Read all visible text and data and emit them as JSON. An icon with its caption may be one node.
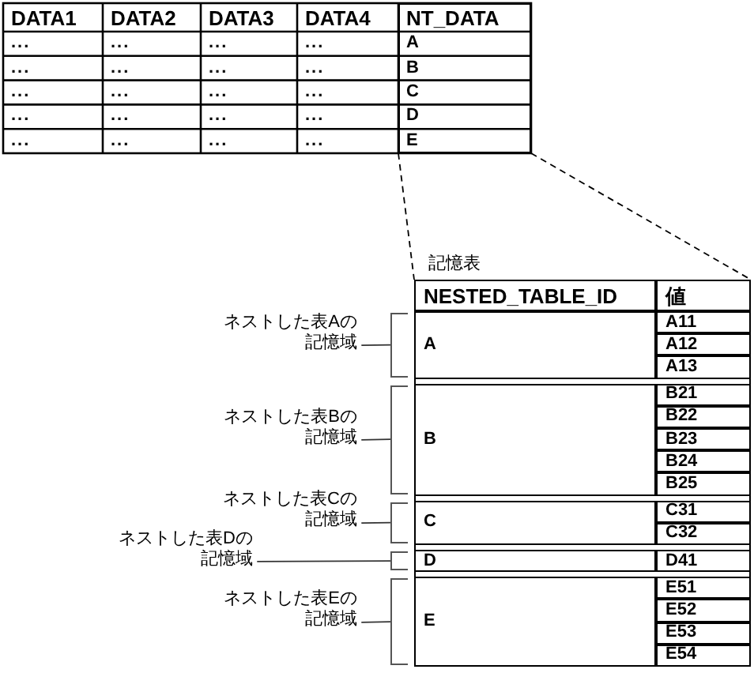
{
  "diagram": {
    "nodes": [
      {
        "text": [],
        "shape": "box"
      },
      {
        "text": [
          "記憶表"
        ]
      },
      {
        "text": [
          "ネストした表Aの記憶域"
        ]
      },
      {
        "text": [
          "ネストした表Bの記憶域"
        ]
      },
      {
        "text": [
          "ネストした表Cの記憶域"
        ]
      },
      {
        "text": [
          "ネストした表Dの記憶域"
        ]
      },
      {
        "text": [
          "ネストした表Eの記憶域"
        ]
      },
      {
        "text": [],
        "shape": "bracket"
      },
      {
        "text": [],
        "shape": "bracket"
      },
      {
        "text": [],
        "shape": "bracket"
      },
      {
        "text": [],
        "shape": "bracket"
      },
      {
        "text": [],
        "shape": "bracket"
      }
    ],
    "edges": [
      {
        "from": 0,
        "to": 1,
        "arrow": "none",
        "style": "dashed"
      },
      {
        "from": 0,
        "to": 1,
        "arrow": "none",
        "style": "dashed"
      },
      {
        "from": 2,
        "to": 7,
        "arrow": "none"
      },
      {
        "from": 3,
        "to": 8,
        "arrow": "none"
      },
      {
        "from": 4,
        "to": 9,
        "arrow": "none"
      },
      {
        "from": 5,
        "to": 10,
        "arrow": "none"
      },
      {
        "from": 6,
        "to": 11,
        "arrow": "none"
      }
    ],
    "labels": [
      "DATA1",
      "DATA2",
      "DATA3",
      "DATA4",
      "NT_DATA",
      "...",
      "...",
      "...",
      "...",
      "A",
      "...",
      "...",
      "...",
      "...",
      "B",
      "...",
      "...",
      "...",
      "...",
      "C",
      "...",
      "...",
      "...",
      "...",
      "D",
      "...",
      "...",
      "...",
      "...",
      "E",
      "NESTED_TABLE_ID",
      "値",
      "A",
      "A11",
      "A12",
      "A13",
      "B",
      "B21",
      "B22",
      "B23",
      "B24",
      "B25",
      "C",
      "C31",
      "C32",
      "D",
      "D41",
      "E",
      "E51",
      "E52",
      "E53",
      "E54"
    ]
  }
}
